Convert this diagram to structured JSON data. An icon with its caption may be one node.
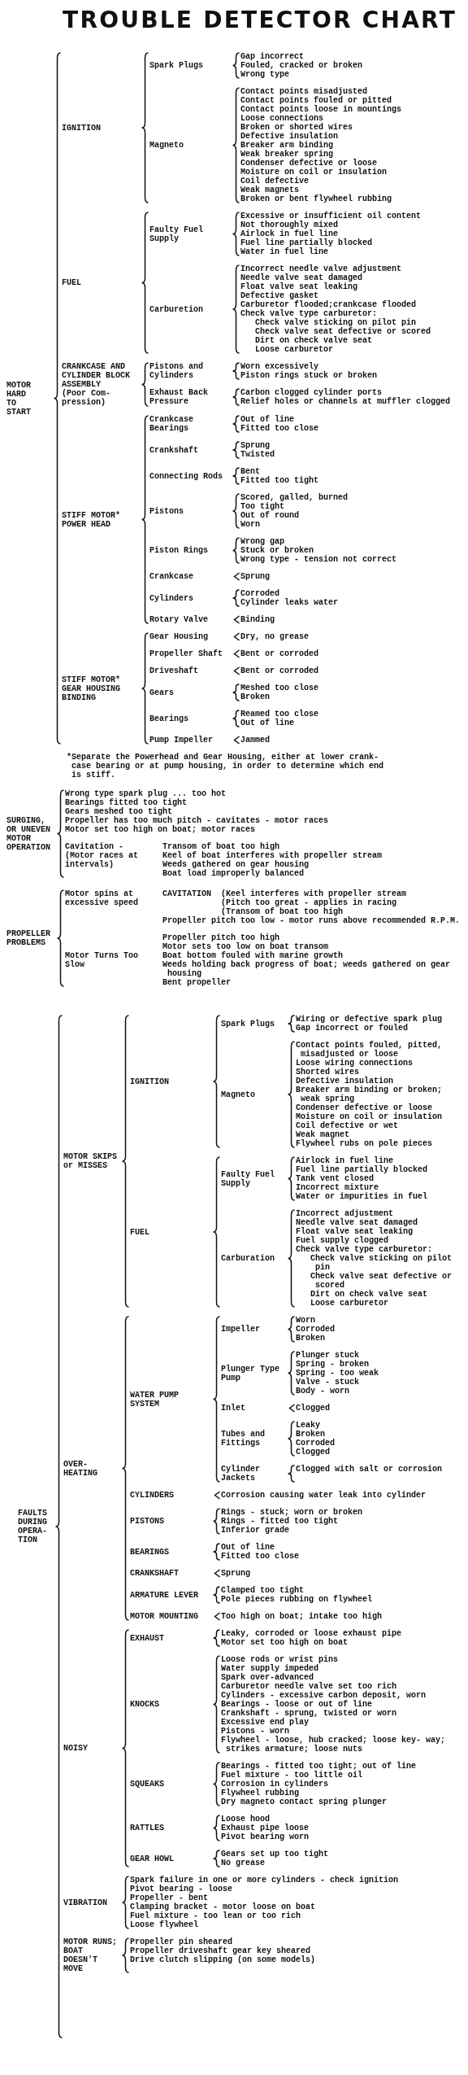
{
  "diagram": {
    "title": "TROUBLE DETECTOR CHART",
    "labels": [
      "MOTOR HARD TO START",
      "IGNITION",
      "Spark Plugs",
      "Gap incorrect",
      "Fouled, cracked or broken",
      "Wrong type",
      "Magneto",
      "Contact points misadjusted",
      "Contact points fouled or pitted",
      "Contact points loose in mountings",
      "Loose connections",
      "Broken or shorted wires",
      "Defective insulation",
      "Breaker arm binding",
      "Weak breaker spring",
      "Condenser defective or loose",
      "Moisture on coil or insulation",
      "Coil defective",
      "Weak magnets",
      "Broken or bent flywheel rubbing",
      "FUEL",
      "Faulty Fuel Supply",
      "Excessive or insufficient oil content",
      "Not thoroughly mixed",
      "Airlock in fuel line",
      "Fuel line partially blocked",
      "Water in fuel line",
      "Carburetion",
      "Incorrect needle valve adjustment",
      "Needle valve seat damaged",
      "Float valve seat leaking",
      "Defective gasket",
      "Carburetor flooded;crankcase flooded",
      "Check valve type carburetor:",
      "Check valve sticking on pilot pin",
      "Check valve seat defective or scored",
      "Dirt on check valve seat",
      "Loose carburetor",
      "CRANKCASE AND CYLINDER BLOCK ASSEMBLY",
      "(Poor Com- pression)",
      "Pistons and Cylinders",
      "Worn excessively",
      "Piston rings stuck or broken",
      "Exhaust Back Pressure",
      "Carbon clogged cylinder ports",
      "Relief holes or channels at muffler clogged",
      "STIFF MOTOR* POWER HEAD",
      "Crankcase Bearings",
      "Out of line",
      "Fitted too close",
      "Crankshaft",
      "Sprung",
      "Twisted",
      "Connecting Rods",
      "Bent",
      "Fitted too tight",
      "Pistons",
      "Scored, galled, burned",
      "Too tight",
      "Out of round",
      "Worn",
      "Piston Rings",
      "Wrong gap",
      "Stuck or broken",
      "Wrong type - tension not correct",
      "Crankcase",
      "Sprung",
      "Cylinders",
      "Corroded",
      "Cylinder leaks water",
      "Rotary Valve",
      "Binding",
      "STIFF MOTOR* GEAR HOUSING BINDING",
      "Gear Housing",
      "Dry, no grease",
      "Propeller Shaft",
      "Bent or corroded",
      "Driveshaft",
      "Bent or corroded",
      "Gears",
      "Meshed too close",
      "Broken",
      "Bearings",
      "Reamed too close",
      "Out of line",
      "Pump Impeller",
      "Jammed",
      "*Separate the Powerhead and Gear Housing, either at lower crank- case bearing or at pump housing, in order to determine which end is stiff.",
      "SURGING, OR UNEVEN MOTOR OPERATION",
      "Wrong type spark plug ... too hot",
      "Bearings fitted too tight",
      "Gears meshed too tight",
      "Propeller has too much pitch - cavitates - motor races",
      "Motor set too high on boat; motor races",
      "Cavitation -",
      "(Motor races at intervals)",
      "Transom of boat too high",
      "Keel of boat interferes with propeller stream",
      "Weeds gathered on gear housing",
      "Boat load improperly balanced",
      "PROPELLER PROBLEMS",
      "Motor spins at excessive speed",
      "CAVITATION",
      "(Keel interferes with propeller stream",
      "(Pitch too great - applies in racing",
      "(Transom of boat too high",
      "Propeller pitch too low - motor runs above recommended R.P.M.",
      "Motor Turns Too Slow",
      "Propeller pitch too high",
      "Motor sets too low on boat transom",
      "Boat bottom fouled with marine growth",
      "Weeds holding back progress of boat; weeds gathered on gear housing",
      "Bent propeller",
      "FAULTS DURING OPERA- TION",
      "MOTOR SKIPS or MISSES",
      "IGNITION",
      "Spark Plugs",
      "Wiring or defective spark plug",
      "Gap incorrect or fouled",
      "Magneto",
      "Contact points fouled, pitted, misadjusted or loose",
      "Loose wiring connections",
      "Shorted wires",
      "Defective insulation",
      "Breaker arm binding or broken; weak spring",
      "Condenser defective or loose",
      "Moisture on coil or insulation",
      "Coil defective or wet",
      "Weak magnet",
      "Flywheel rubs on pole pieces",
      "FUEL",
      "Faulty Fuel Supply",
      "Airlock in fuel line",
      "Fuel line partially blocked",
      "Tank vent closed",
      "Incorrect mixture",
      "Water or impurities in fuel",
      "Carburation",
      "Incorrect adjustment",
      "Needle valve seat damaged",
      "Float valve seat leaking",
      "Fuel supply clogged",
      "Check valve type carburetor:",
      "Check valve sticking on pilot pin",
      "Check valve seat defective or scored",
      "Dirt on check valve seat",
      "Loose carburetor",
      "OVER- HEATING",
      "WATER PUMP SYSTEM",
      "Impeller",
      "Worn",
      "Corroded",
      "Broken",
      "Plunger Type Pump",
      "Plunger stuck",
      "Spring - broken",
      "Spring - too weak",
      "Valve - stuck",
      "Body - worn",
      "Inlet",
      "Clogged",
      "Tubes and Fittings",
      "Leaky",
      "Broken",
      "Corroded",
      "Clogged",
      "Cylinder Jackets",
      "Clogged with salt or corrosion",
      "CYLINDERS",
      "Corrosion causing water leak into cylinder",
      "PISTONS",
      "Rings - stuck; worn or broken",
      "Rings - fitted too tight",
      "Inferior grade",
      "BEARINGS",
      "Out of line",
      "Fitted too close",
      "CRANKSHAFT",
      "Sprung",
      "ARMATURE LEVER",
      "Clamped too tight",
      "Pole pieces rubbing on flywheel",
      "MOTOR MOUNTING",
      "Too high on boat; intake too high",
      "NOISY",
      "EXHAUST",
      "Leaky, corroded or loose exhaust pipe",
      "Motor set too high on boat",
      "KNOCKS",
      "Loose rods or wrist pins",
      "Water supply impeded",
      "Spark over-advanced",
      "Carburetor needle valve set too rich",
      "Cylinders - excessive carbon deposit, worn",
      "Bearings - loose or out of line",
      "Crankshaft - sprung, twisted or worn",
      "Excessive end play",
      "Pistons - worn",
      "Flywheel - loose, hub cracked; loose key- way; strikes armature; loose nuts",
      "SQUEAKS",
      "Bearings - fitted too tight; out of line",
      "Fuel mixture - too little oil",
      "Corrosion in cylinders",
      "Flywheel rubbing",
      "Dry magneto contact spring plunger",
      "RATTLES",
      "Loose hood",
      "Exhaust pipe loose",
      "Pivot bearing worn",
      "GEAR HOWL",
      "Gears set up too tight",
      "No grease",
      "VIBRATION",
      "Spark failure in one or more cylinders - check ignition",
      "Pivot bearing - loose",
      "Propeller - bent",
      "Clamping bracket - motor loose on boat",
      "Fuel mixture - too lean or too rich",
      "Loose flywheel",
      "MOTOR RUNS; BOAT DOESN'T MOVE",
      "Propeller pin sheared",
      "Propeller driveshaft gear key sheared",
      "Drive clutch slipping (on some models)"
    ]
  }
}
